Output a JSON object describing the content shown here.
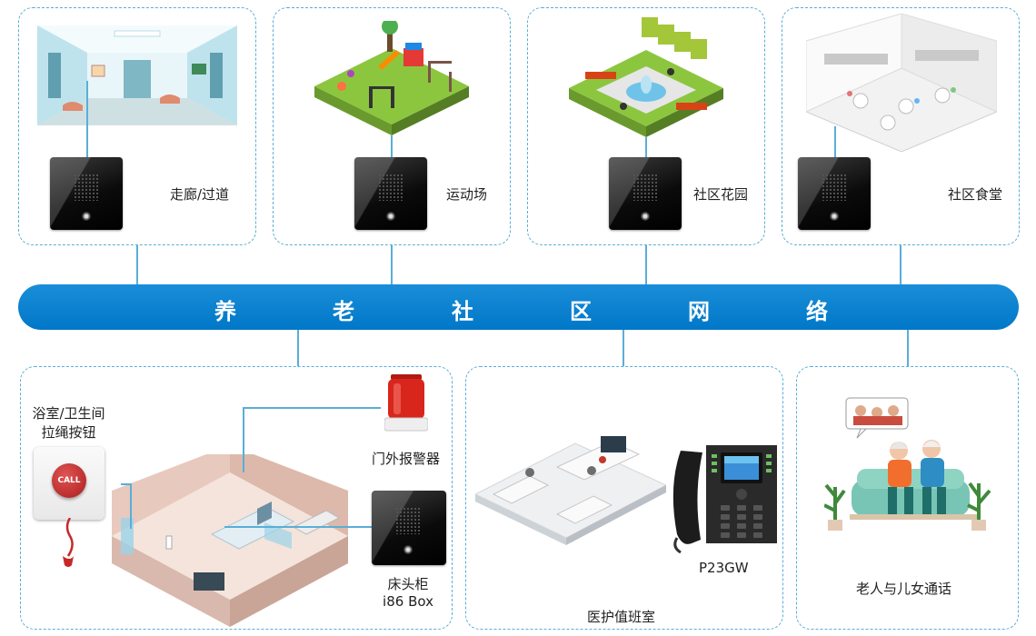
{
  "network": {
    "chars": [
      "养",
      "老",
      "社",
      "区",
      "网",
      "络"
    ]
  },
  "top_cards": [
    {
      "label": "走廊/过道"
    },
    {
      "label": "运动场"
    },
    {
      "label": "社区花园"
    },
    {
      "label": "社区食堂"
    }
  ],
  "bottom": {
    "pull_cord_label_1": "浴室/卫生间",
    "pull_cord_label_2": "拉绳按钮",
    "call_button_text": "CALL",
    "alarm_label": "门外报警器",
    "bedside_label_1": "床头柜",
    "bedside_label_2": "i86 Box",
    "phone_model": "P23GW",
    "nurse_station_label": "医护值班室",
    "elder_label": "老人与儿女通话"
  },
  "colors": {
    "accent": "#0077c8",
    "dashed_border": "#5aaed8",
    "alarm_red": "#d9261c"
  }
}
